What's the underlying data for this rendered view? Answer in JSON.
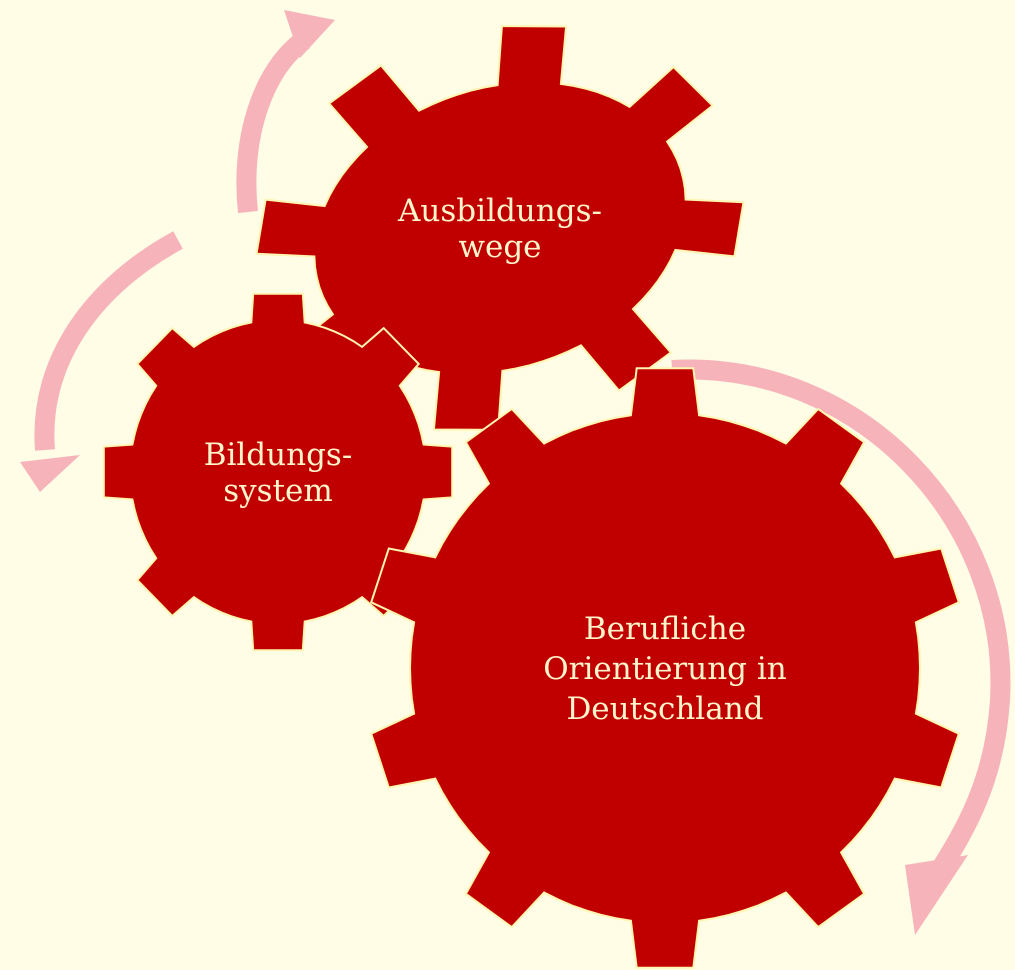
{
  "diagram": {
    "background_color": "#FFFDE6",
    "gear_color": "#C00000",
    "gear_outline_color": "#FFF5B0",
    "text_color": "#FFF5CC",
    "arrow_color": "#F7B3BA",
    "gears": [
      {
        "id": "gear-ausbildungswege",
        "lines": [
          "Ausbildungs-",
          "wege"
        ]
      },
      {
        "id": "gear-bildungssystem",
        "lines": [
          "Bildungs-",
          "system"
        ]
      },
      {
        "id": "gear-berufliche-orientierung",
        "lines": [
          "Berufliche",
          "Orientierung in",
          "Deutschland"
        ]
      }
    ]
  }
}
